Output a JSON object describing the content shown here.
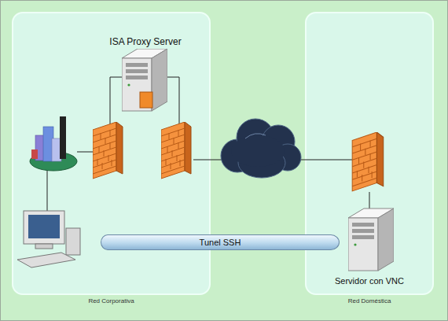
{
  "diagram": {
    "nodes": [
      {
        "text": [
          "Red Corporativa"
        ]
      },
      {
        "text": [
          "ISA Proxy Server"
        ],
        "in": 0
      },
      {
        "text": [
          "Red Doméstica"
        ]
      },
      {
        "text": [
          "Servidor con VNC"
        ],
        "in": 2
      },
      {
        "text": [
          "Tunel SSH"
        ]
      }
    ]
  }
}
